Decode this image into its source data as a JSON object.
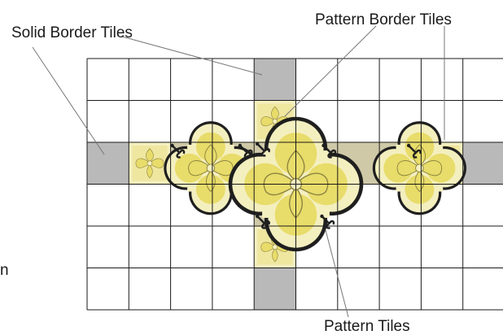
{
  "labels": {
    "solid_border": "Solid Border Tiles",
    "pattern_border": "Pattern Border Tiles",
    "pattern": "Pattern Tiles",
    "edge_fragment": "n"
  },
  "grid": {
    "columns": 10,
    "rows": 6
  },
  "colors": {
    "line": "#1a1a1a",
    "solid_tile": "#b9b9b9",
    "pattern_yellow": "#e8dc6a",
    "pattern_cream": "#f4efbf",
    "pattern_dark": "#1f1f1f",
    "leader": "#777777"
  },
  "tiles": {
    "solid_border_cells": [
      [
        4,
        0
      ],
      [
        4,
        5
      ],
      [
        0,
        2
      ],
      [
        9,
        2
      ]
    ],
    "pattern_border_cells": [
      [
        4,
        1
      ],
      [
        4,
        4
      ],
      [
        1,
        2
      ],
      [
        8,
        2
      ]
    ],
    "pattern_block_horizontal": [
      [
        2,
        2
      ],
      [
        3,
        2
      ],
      [
        5,
        2
      ],
      [
        6,
        2
      ],
      [
        7,
        2
      ]
    ],
    "pattern_block_vertical": [
      [
        4,
        2
      ],
      [
        4,
        3
      ]
    ]
  }
}
